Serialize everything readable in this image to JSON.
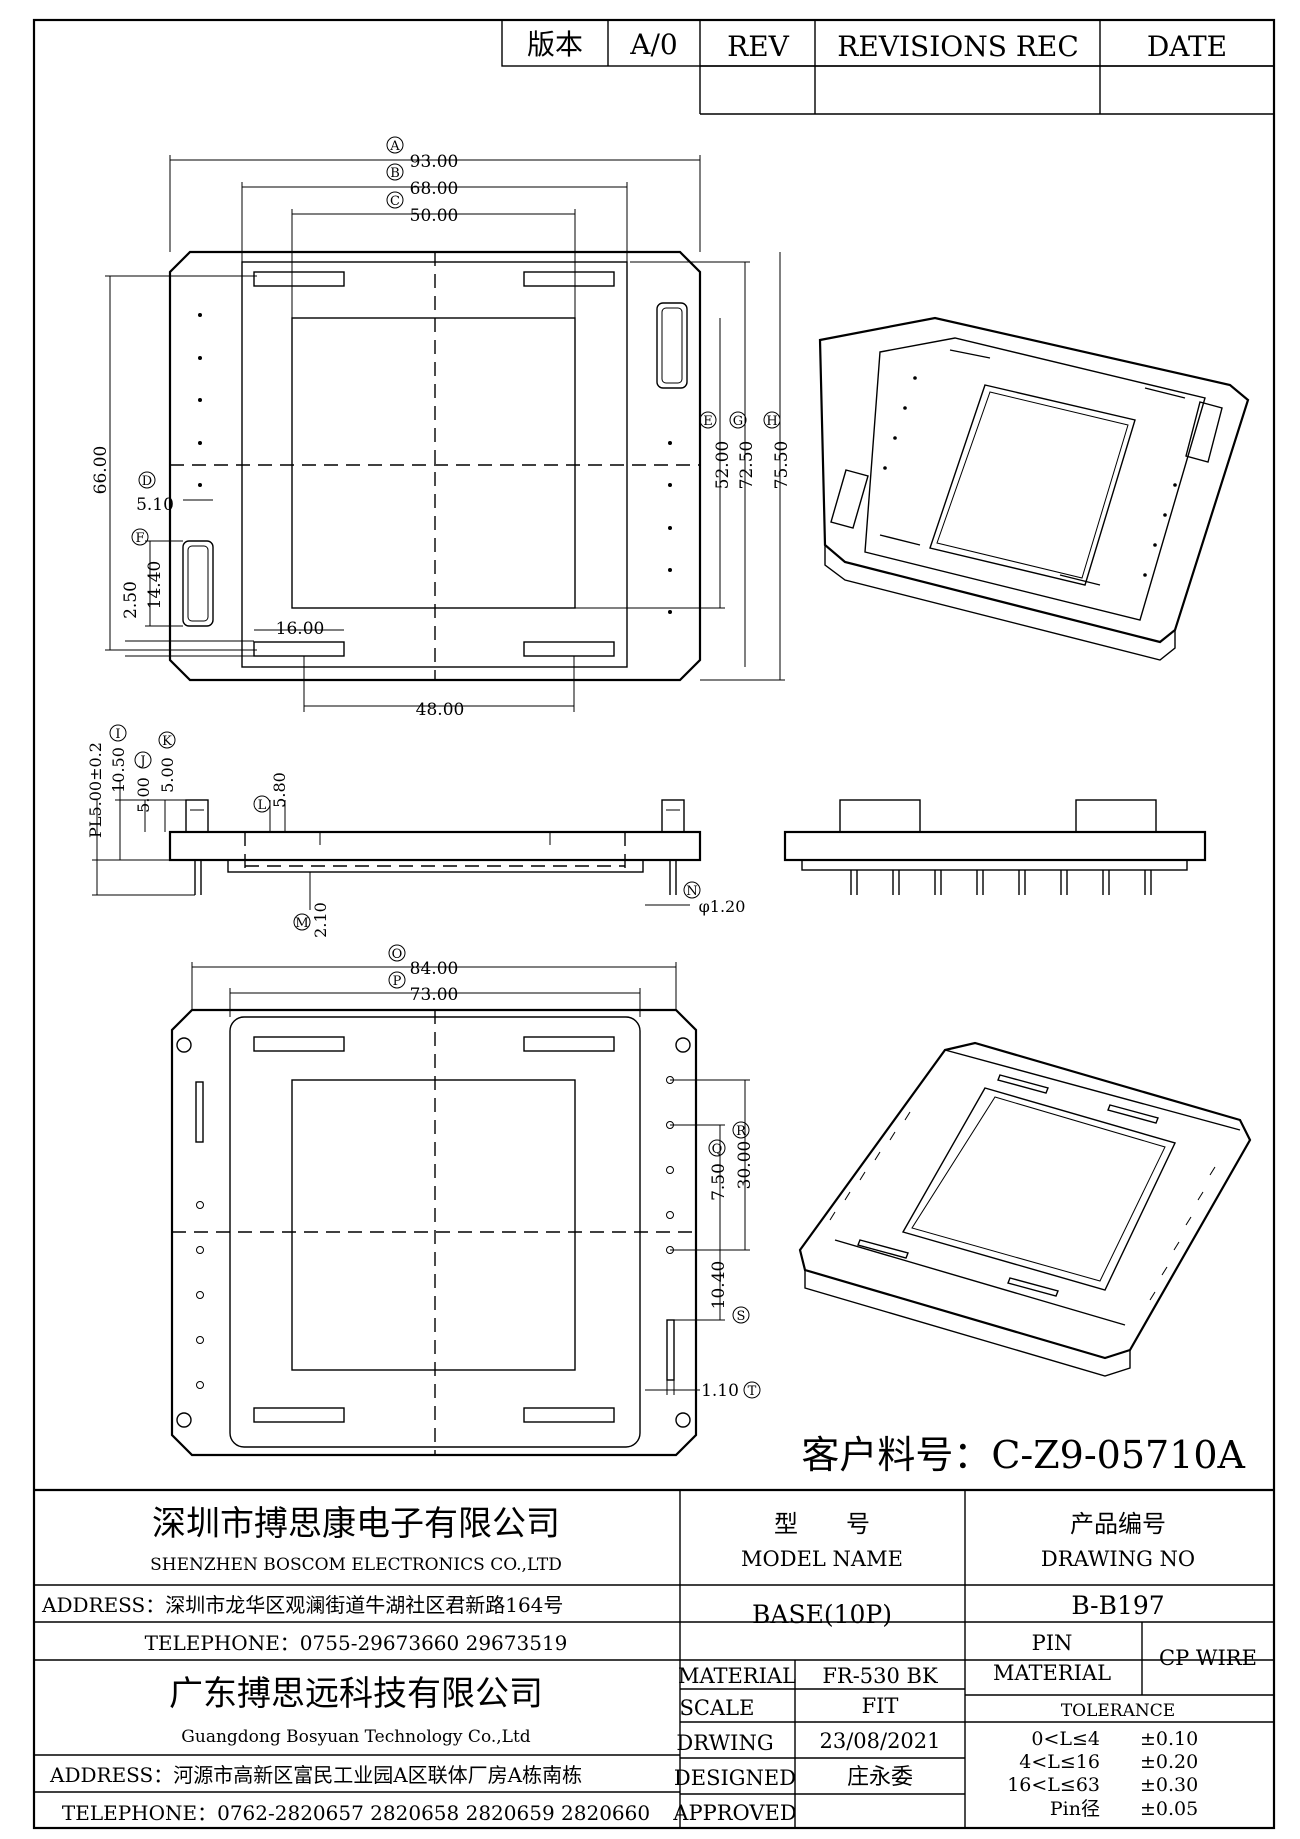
{
  "revision_table": {
    "version_label": "版本",
    "version_value": "A/0",
    "rev_header": "REV",
    "revisions_header": "REVISIONS REC",
    "date_header": "DATE"
  },
  "top_view": {
    "dims": [
      {
        "id": "A",
        "value": "93.00"
      },
      {
        "id": "B",
        "value": "68.00"
      },
      {
        "id": "C",
        "value": "50.00"
      },
      {
        "id": "D",
        "value": "5.10"
      },
      {
        "id": "E",
        "value": "52.00"
      },
      {
        "id": "F",
        "value": "14.40"
      },
      {
        "id": "G",
        "value": "72.50"
      },
      {
        "id": "H",
        "value": "75.50"
      }
    ],
    "extra_dims": {
      "height": "66.00",
      "pin_offset": "2.50",
      "pad_width": "16.00",
      "pad_span": "48.00"
    }
  },
  "side_view": {
    "pl_label": "PL5.00±0.2",
    "dims": [
      {
        "id": "I",
        "value": "10.50"
      },
      {
        "id": "J",
        "value": "5.00"
      },
      {
        "id": "K",
        "value": "5.00"
      },
      {
        "id": "L",
        "value": "5.80"
      },
      {
        "id": "M",
        "value": "2.10"
      },
      {
        "id": "N",
        "value": "φ1.20"
      }
    ]
  },
  "bottom_view": {
    "dims": [
      {
        "id": "O",
        "value": "84.00"
      },
      {
        "id": "P",
        "value": "73.00"
      },
      {
        "id": "Q",
        "value": "7.50"
      },
      {
        "id": "R",
        "value": "30.00"
      },
      {
        "id": "S",
        "value": "10.40"
      },
      {
        "id": "T",
        "value": "1.10"
      }
    ]
  },
  "customer_part": "客户料号：C-Z9-05710A",
  "title_block": {
    "company1_cn": "深圳市搏思康电子有限公司",
    "company1_en": "SHENZHEN BOSCOM ELECTRONICS CO.,LTD",
    "address1": "ADDRESS：深圳市龙华区观澜街道牛湖社区君新路164号",
    "telephone1": "TELEPHONE：0755-29673660 29673519",
    "company2_cn": "广东搏思远科技有限公司",
    "company2_en": "Guangdong Bosyuan Technology Co.,Ltd",
    "address2": "ADDRESS：河源市高新区富民工业园A区联体厂房A栋南栋",
    "telephone2": "TELEPHONE：0762-2820657 2820658 2820659 2820660",
    "model_cn": "型　　号",
    "model_en": "MODEL NAME",
    "drawing_cn": "产品编号",
    "drawing_en": "DRAWING NO",
    "model_value": "BASE(10P)",
    "drawing_value": "B-B197",
    "material_label": "MATERIAL",
    "material_value": "FR-530 BK",
    "scale_label": "SCALE",
    "scale_value": "FIT",
    "drawing_label": "DRWING",
    "drawing_date": "23/08/2021",
    "designed_label": "DESIGNED",
    "designed_value": "庄永委",
    "approved_label": "APPROVED",
    "pin_material_l1": "PIN",
    "pin_material_l2": "MATERIAL",
    "pin_material_value": "CP WIRE",
    "tolerance_label": "TOLERANCE",
    "tolerances": [
      {
        "range": "0<L≤4",
        "value": "±0.10"
      },
      {
        "range": "4<L≤16",
        "value": "±0.20"
      },
      {
        "range": "16<L≤63",
        "value": "±0.30"
      },
      {
        "range": "Pin径",
        "value": "±0.05"
      }
    ]
  }
}
